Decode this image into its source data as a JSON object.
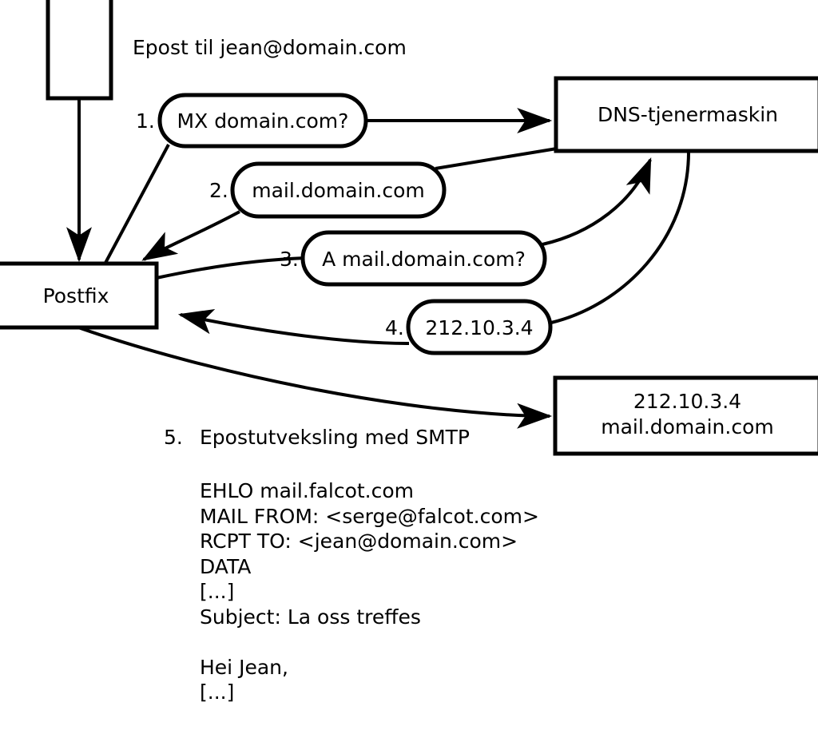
{
  "diagram": {
    "title_caption": "Epost til jean@domain.com",
    "nodes": {
      "client": {
        "label": ""
      },
      "postfix": {
        "label": "Postfix"
      },
      "dns_server": {
        "label": "DNS-tjenermaskin"
      },
      "mail_server": {
        "line1": "212.10.3.4",
        "line2": "mail.domain.com"
      }
    },
    "steps": [
      {
        "num": "1.",
        "label": "MX domain.com?"
      },
      {
        "num": "2.",
        "label": "mail.domain.com"
      },
      {
        "num": "3.",
        "label": "A mail.domain.com?"
      },
      {
        "num": "4.",
        "label": "212.10.3.4"
      }
    ],
    "step5": {
      "num": "5.",
      "label": "Epostutveksling med SMTP"
    },
    "smtp_transcript": [
      "EHLO mail.falcot.com",
      "MAIL FROM: <serge@falcot.com>",
      "RCPT TO: <jean@domain.com>",
      "DATA",
      "[...]",
      "Subject: La oss treffes",
      "",
      "Hei Jean,",
      "[...]",
      "",
      "."
    ],
    "colors": {
      "stroke": "#000000",
      "fill": "#ffffff",
      "text": "#000000"
    }
  }
}
